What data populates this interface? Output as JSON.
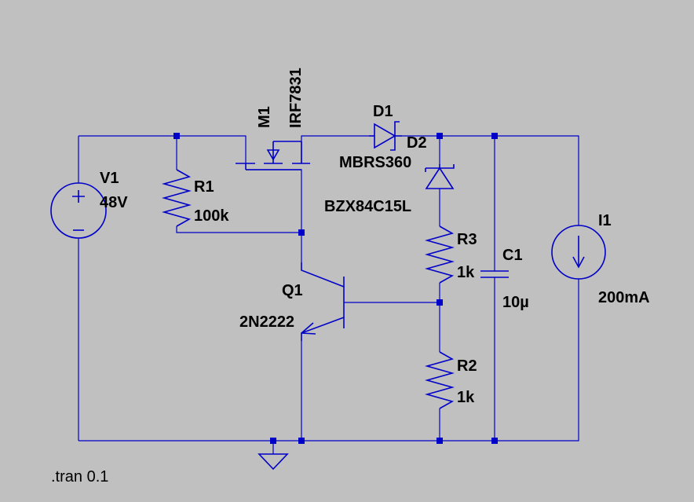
{
  "components": {
    "v1": {
      "name": "V1",
      "value": "48V"
    },
    "r1": {
      "name": "R1",
      "value": "100k"
    },
    "m1": {
      "name": "M1",
      "value": "IRF7831"
    },
    "d1": {
      "name": "D1",
      "value": "MBRS360"
    },
    "d2": {
      "name": "D2",
      "value": "BZX84C15L"
    },
    "r3": {
      "name": "R3",
      "value": "1k"
    },
    "c1": {
      "name": "C1",
      "value": "10µ"
    },
    "i1": {
      "name": "I1",
      "value": "200mA"
    },
    "q1": {
      "name": "Q1",
      "value": "2N2222"
    },
    "r2": {
      "name": "R2",
      "value": "1k"
    }
  },
  "directive": ".tran 0.1",
  "colors": {
    "background": "#c0c0c0",
    "wire": "#0000c8",
    "text": "#000000"
  }
}
